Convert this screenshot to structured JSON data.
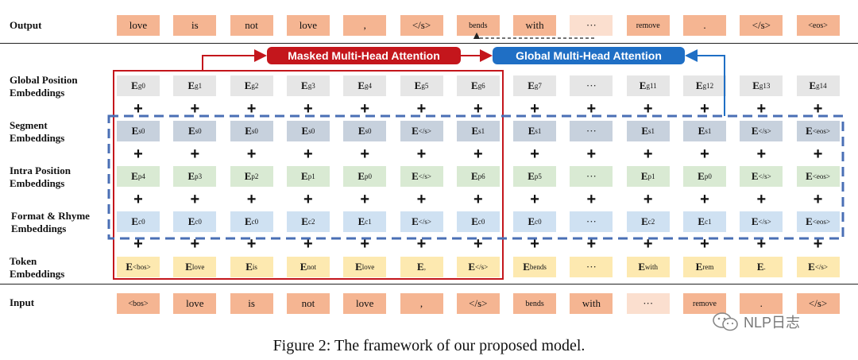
{
  "rows": {
    "output": "Output",
    "global_position": "Global Position\nEmbeddings",
    "segment": "Segment\nEmbeddings",
    "intra_position": "Intra Position\nEmbeddings",
    "format_rhyme": "Format & Rhyme\nEmbeddings",
    "token": "Token\nEmbeddings",
    "input": "Input"
  },
  "output_tokens": [
    "love",
    "is",
    "not",
    "love",
    ",",
    "</s>",
    "bends",
    "with",
    "···",
    "remove",
    ".",
    "</s>",
    "<eos>"
  ],
  "input_tokens": [
    "<bos>",
    "love",
    "is",
    "not",
    "love",
    ",",
    "</s>",
    "bends",
    "with",
    "···",
    "remove",
    ".",
    "</s>"
  ],
  "global_position_emb": [
    {
      "b": "E",
      "s": "g0"
    },
    {
      "b": "E",
      "s": "g1"
    },
    {
      "b": "E",
      "s": "g2"
    },
    {
      "b": "E",
      "s": "g3"
    },
    {
      "b": "E",
      "s": "g4"
    },
    {
      "b": "E",
      "s": "g5"
    },
    {
      "b": "E",
      "s": "g6"
    },
    {
      "b": "E",
      "s": "g7"
    },
    {
      "b": "···",
      "s": ""
    },
    {
      "b": "E",
      "s": "g11"
    },
    {
      "b": "E",
      "s": "g12"
    },
    {
      "b": "E",
      "s": "g13"
    },
    {
      "b": "E",
      "s": "g14"
    }
  ],
  "segment_emb": [
    {
      "b": "E",
      "s": "s0"
    },
    {
      "b": "E",
      "s": "s0"
    },
    {
      "b": "E",
      "s": "s0"
    },
    {
      "b": "E",
      "s": "s0"
    },
    {
      "b": "E",
      "s": "s0"
    },
    {
      "b": "E",
      "s": "</s>"
    },
    {
      "b": "E",
      "s": "s1"
    },
    {
      "b": "E",
      "s": "s1"
    },
    {
      "b": "···",
      "s": ""
    },
    {
      "b": "E",
      "s": "s1"
    },
    {
      "b": "E",
      "s": "s1"
    },
    {
      "b": "E",
      "s": "</s>"
    },
    {
      "b": "E",
      "s": "<eos>"
    }
  ],
  "intra_position_emb": [
    {
      "b": "E",
      "s": "p4"
    },
    {
      "b": "E",
      "s": "p3"
    },
    {
      "b": "E",
      "s": "p2"
    },
    {
      "b": "E",
      "s": "p1"
    },
    {
      "b": "E",
      "s": "p0"
    },
    {
      "b": "E",
      "s": "</s>"
    },
    {
      "b": "E",
      "s": "p6"
    },
    {
      "b": "E",
      "s": "p5"
    },
    {
      "b": "···",
      "s": ""
    },
    {
      "b": "E",
      "s": "p1"
    },
    {
      "b": "E",
      "s": "p0"
    },
    {
      "b": "E",
      "s": "</s>"
    },
    {
      "b": "E",
      "s": "<eos>"
    }
  ],
  "format_rhyme_emb": [
    {
      "b": "E",
      "s": "c0"
    },
    {
      "b": "E",
      "s": "c0"
    },
    {
      "b": "E",
      "s": "c0"
    },
    {
      "b": "E",
      "s": "c2"
    },
    {
      "b": "E",
      "s": "c1"
    },
    {
      "b": "E",
      "s": "</s>"
    },
    {
      "b": "E",
      "s": "c0"
    },
    {
      "b": "E",
      "s": "c0"
    },
    {
      "b": "···",
      "s": ""
    },
    {
      "b": "E",
      "s": "c2"
    },
    {
      "b": "E",
      "s": "c1"
    },
    {
      "b": "E",
      "s": "</s>"
    },
    {
      "b": "E",
      "s": "<eos>"
    }
  ],
  "token_emb": [
    {
      "b": "E",
      "s": "<bos>"
    },
    {
      "b": "E",
      "s": "love"
    },
    {
      "b": "E",
      "s": "is"
    },
    {
      "b": "E",
      "s": "not"
    },
    {
      "b": "E",
      "s": "love"
    },
    {
      "b": "E",
      "s": ","
    },
    {
      "b": "E",
      "s": "</s>"
    },
    {
      "b": "E",
      "s": "bends"
    },
    {
      "b": "···",
      "s": ""
    },
    {
      "b": "E",
      "s": "with"
    },
    {
      "b": "E",
      "s": "rem"
    },
    {
      "b": "E",
      "s": "."
    },
    {
      "b": "E",
      "s": "</s>"
    }
  ],
  "plus_sign": "+",
  "masked_attention": "Masked Multi-Head Attention",
  "global_attention": "Global Multi-Head Attention",
  "colors": {
    "masked": "#c4161c",
    "global": "#1f6fc5",
    "dashed": "#4a6fb5"
  },
  "caption": "Figure 2: The framework of our proposed model.",
  "watermark": "NLP日志",
  "watermark_icon": "wechat-icon"
}
